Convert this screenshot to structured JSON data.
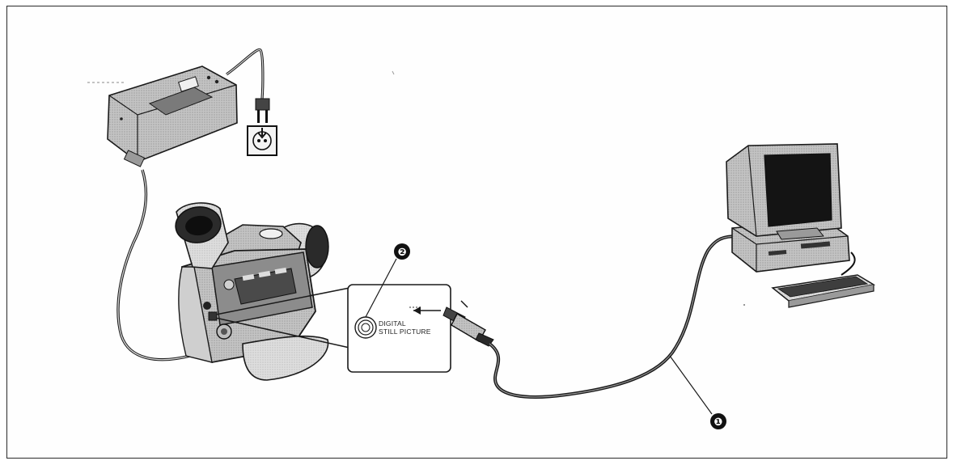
{
  "callouts": [
    {
      "id": "cable",
      "label": "❶"
    },
    {
      "id": "terminal",
      "label": "❷"
    }
  ],
  "terminal_inset": {
    "line1": "DIGITAL",
    "line2": "STILL PICTURE"
  },
  "colors": {
    "ink": "#1a1a1a",
    "device_fill": "#bdbdbd",
    "device_dark": "#6e6e6e",
    "screen": "#141414"
  }
}
